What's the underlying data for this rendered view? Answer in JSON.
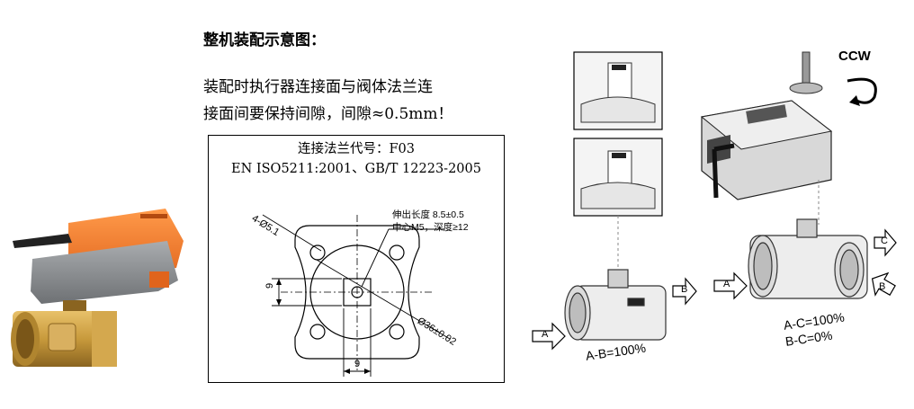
{
  "heading": "整机装配示意图：",
  "description": {
    "line1": "装配时执行器连接面与阀体法兰连",
    "line2": "接面间要保持间隙，间隙≈0.5mm！"
  },
  "flange_drawing": {
    "title_line1": "连接法兰代号：F03",
    "title_line2": "EN ISO5211:2001、GB/T 12223-2005",
    "hole_label": "4-Ø5.1",
    "extension_label": "伸出长度 8.5±0.5",
    "center_label": "中心M5，深度≥12",
    "pcd_label": "Ø36±0.02",
    "dim_vertical": "9",
    "dim_horizontal": "9"
  },
  "assembly_diagram": {
    "rotation_label": "CCW",
    "two_way": {
      "port_in": "A",
      "port_out": "B",
      "flow_label": "A-B=100%"
    },
    "three_way": {
      "port_a": "A",
      "port_b": "B",
      "port_c": "C",
      "flow_label_1": "A-C=100%",
      "flow_label_2": "B-C=0%"
    }
  },
  "colors": {
    "actuator_orange": "#f07a2a",
    "actuator_grey": "#8a8d90",
    "brass": "#c89a3c",
    "line": "#000000"
  }
}
